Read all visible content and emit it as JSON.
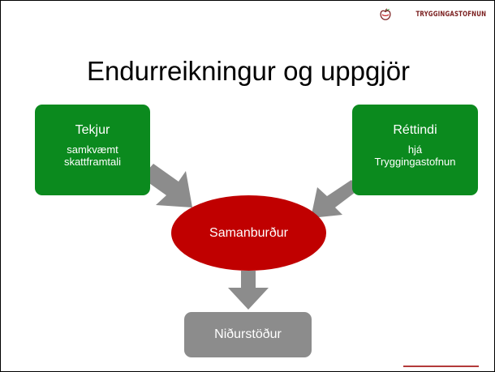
{
  "brand": {
    "logo_text": "TRYGGINGASTOFNUN",
    "icon": "apple-logo-icon",
    "color": "#7a1f1f"
  },
  "title": "Endurreikningur og uppgjör",
  "diagram": {
    "left_box": {
      "heading": "Tekjur",
      "subtext_line1": "samkvæmt",
      "subtext_line2": "skattframtali"
    },
    "right_box": {
      "heading": "Réttindi",
      "subtext_line1": "hjá",
      "subtext_line2": "Tryggingastofnun"
    },
    "center": {
      "label": "Samanburður"
    },
    "result": {
      "label": "Niðurstöður"
    }
  },
  "colors": {
    "green_box": "#0b8a1e",
    "center_ellipse": "#c00000",
    "result_box": "#8c8c8c",
    "arrows": "#8c8c8c",
    "accent_line": "#b33a3a"
  }
}
